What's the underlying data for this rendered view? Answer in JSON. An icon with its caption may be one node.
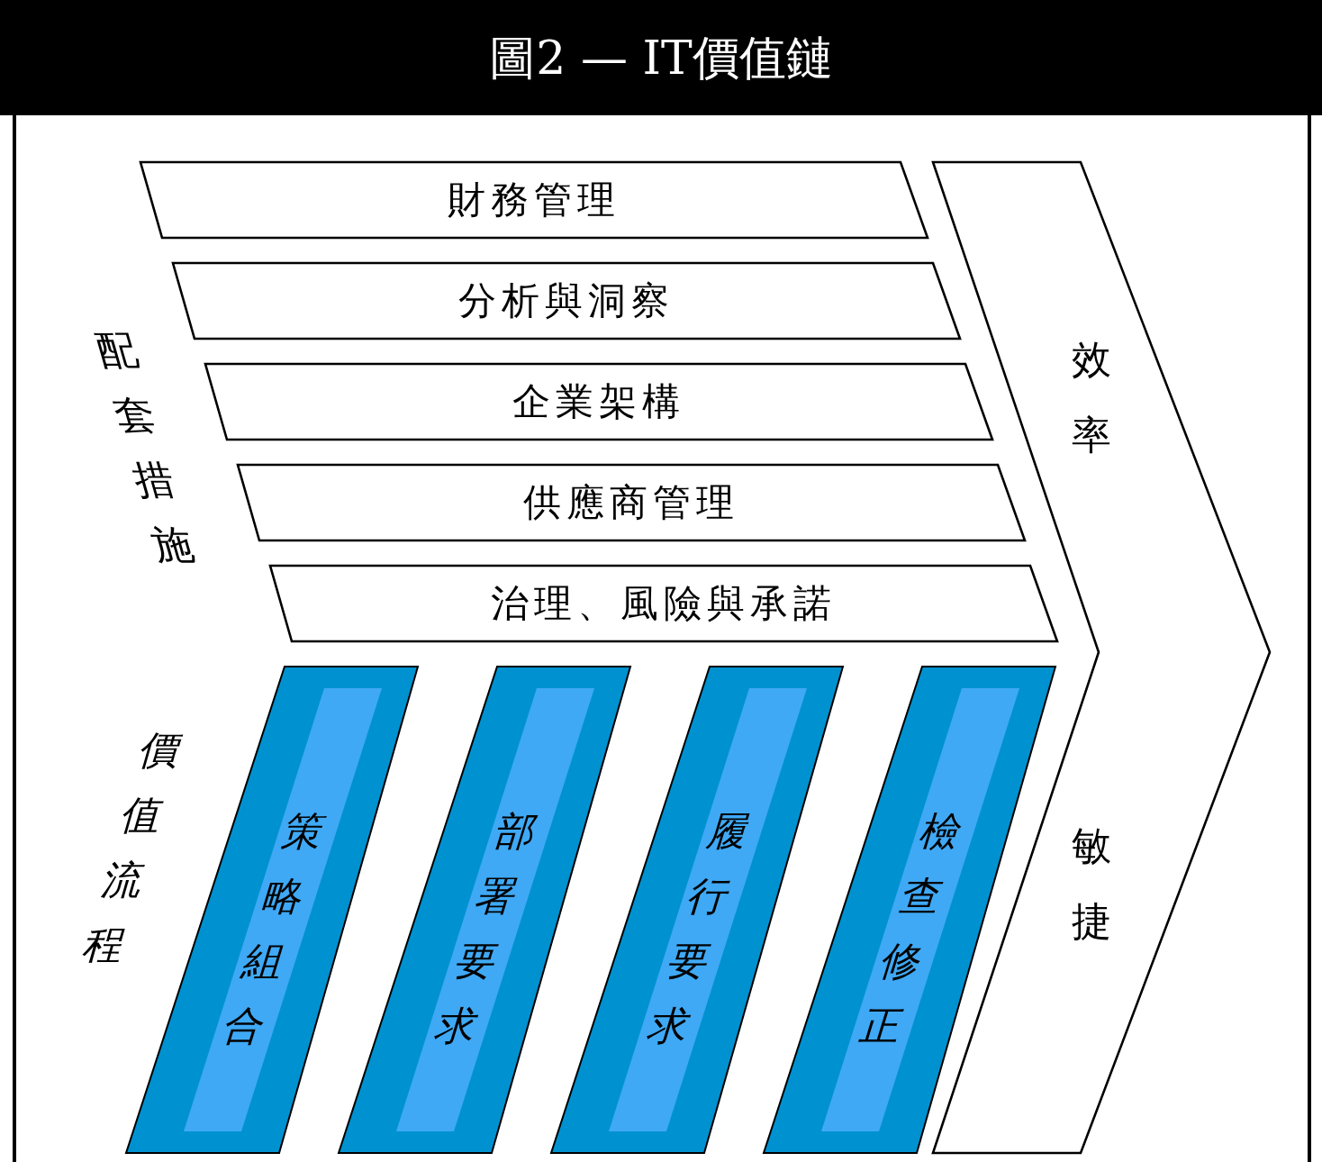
{
  "diagram": {
    "title": "圖2 — IT價值鏈",
    "nodes": [
      {
        "text": [
          "財務管理"
        ]
      },
      {
        "text": [
          "分析與洞察"
        ]
      },
      {
        "text": [
          "企業架構"
        ]
      },
      {
        "text": [
          "供應商管理"
        ]
      },
      {
        "text": [
          "治理、風險與承諾"
        ]
      },
      {
        "text": [
          "效率",
          "敏捷"
        ]
      },
      {
        "text": [
          "策略組合"
        ]
      },
      {
        "text": [
          "部署要求"
        ]
      },
      {
        "text": [
          "履行要求"
        ]
      },
      {
        "text": [
          "檢查修正"
        ]
      }
    ],
    "labels": [
      "配套措施",
      "價值流程"
    ]
  }
}
